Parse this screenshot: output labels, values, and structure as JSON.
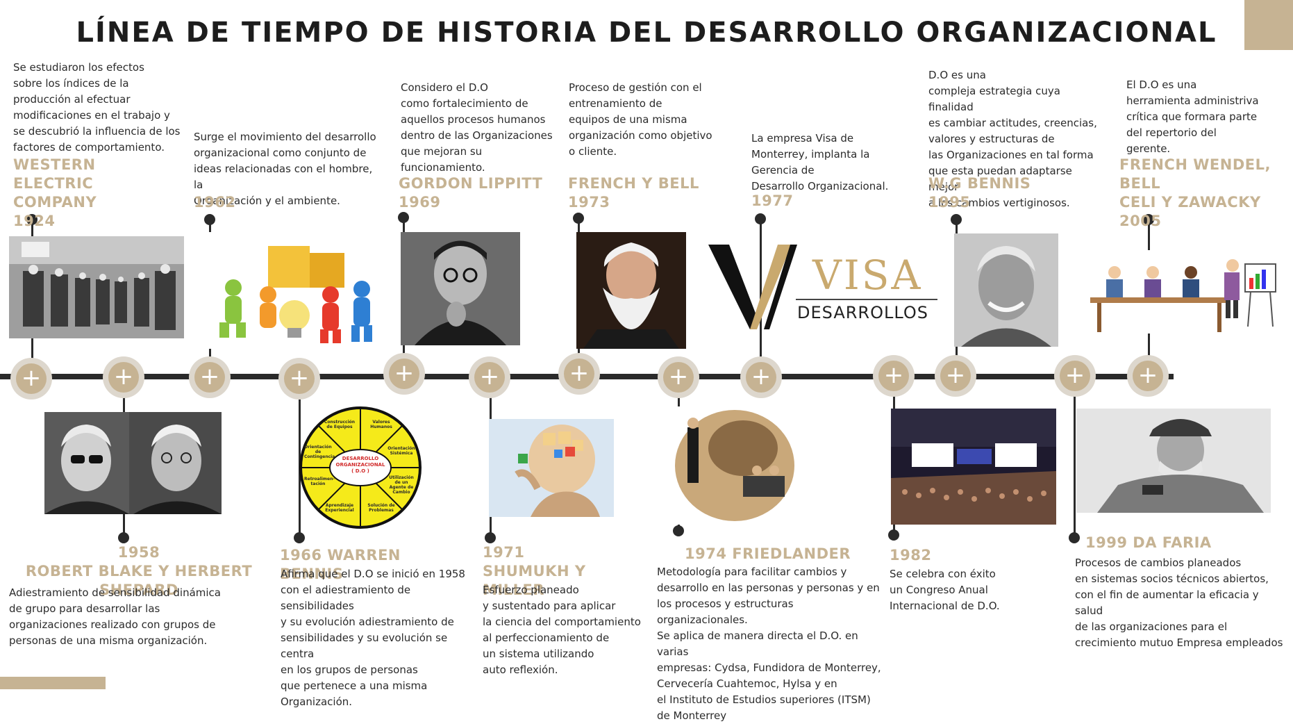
{
  "title": "LÍNEA DE TIEMPO DE HISTORIA DEL DESARROLLO ORGANIZACIONAL",
  "colors": {
    "accent": "#c6b393",
    "line": "#2a2a2a",
    "node_ring": "#ddd7cd"
  },
  "node_icon": "+",
  "top_events": [
    {
      "desc": "Se estudiaron los efectos\nsobre los índices de la\nproducción al efectuar\nmodificaciones en el trabajo y\nse descubrió la influencia de los\nfactores de comportamiento.",
      "head": "WESTERN ELECTRIC\nCOMPANY\n1924"
    },
    {
      "desc": "Surge el movimiento del desarrollo\norganizacional como conjunto de\nideas relacionadas con el hombre, la\nOrganización y el ambiente.",
      "head": "1962"
    },
    {
      "desc": "Considero el D.O\ncomo fortalecimiento de\naquellos procesos humanos\ndentro de las Organizaciones\nque mejoran su\nfuncionamiento.",
      "head": "GORDON LIPPITT\n1969"
    },
    {
      "desc": "Proceso de gestión con el\nentrenamiento de\nequipos de una misma\norganización como objetivo\no cliente.",
      "head": "FRENCH Y BELL\n1973"
    },
    {
      "desc": "La empresa Visa de\nMonterrey, implanta la\nGerencia de\nDesarrollo Organizacional.",
      "head": "1977"
    },
    {
      "desc": "D.O es una\ncompleja estrategia cuya finalidad\nes cambiar actitudes, creencias,\nvalores y estructuras de\nlas Organizaciones en tal forma\nque esta puedan adaptarse mejor\na los cambios vertiginosos.",
      "head": "W.G BENNIS\n1995"
    },
    {
      "desc": "El D.O es una\nherramienta administriva\ncrítica que formara parte\ndel repertorio del\ngerente.",
      "head": "FRENCH WENDEL, BELL\nCELI Y ZAWACKY\n2005"
    }
  ],
  "bottom_events": [
    {
      "head": "1958\nROBERT BLAKE Y HERBERT SHEPARD",
      "desc": "Adiestramiento de sensibilidad dinámica\nde grupo para desarrollar las\norganizaciones realizado con grupos de\npersonas de una misma organización."
    },
    {
      "head": "1966 WARREN BENNIS",
      "desc": "Afirma que el D.O se inició en 1958\ncon el adiestramiento de sensibilidades\ny su evolución adiestramiento de\nsensibilidades y su evolución se centra\nen los grupos de personas\nque pertenece a una misma\nOrganización."
    },
    {
      "head": "1971\nSHUMUKH Y MILLER",
      "desc": "Esfuerzo planeado\ny sustentado para aplicar\nla ciencia del comportamiento\nal perfeccionamiento de\nun sistema utilizando\nauto reflexión."
    },
    {
      "head": "1974 FRIEDLANDER",
      "desc": "Metodología para facilitar cambios y\ndesarrollo en las personas y personas y en\nlos procesos  y estructuras organizacionales.\nSe aplica de manera directa el D.O. en varias\nempresas: Cydsa, Fundidora de Monterrey,\nCervecería Cuahtemoc, Hylsa y en\nel Instituto de Estudios superiores (ITSM)\nde Monterrey"
    },
    {
      "head": "1982",
      "desc": "Se celebra con éxito\nun Congreso Anual\nInternacional de D.O."
    },
    {
      "head": "1999 DA FARIA",
      "desc": "Procesos de cambios planeados\nen sistemas socios técnicos abiertos,\ncon el fin de aumentar la eficacia y salud\nde las organizaciones para el\ncrecimiento mutuo Empresa empleados"
    }
  ],
  "wheel": {
    "center": "DESARROLLO\nORGANIZACIONAL\n( D.O )",
    "segments": [
      "Construcción de Equipos",
      "Valores Humanos",
      "Orientación Sistémica",
      "Utilización de un Agente de Cambio",
      "Solución de Problemas",
      "Aprendizaje Experiencial",
      "Retroalimen-tación",
      "Orientación de Contingencia"
    ]
  },
  "visa_logo": {
    "name": "VISA",
    "sub": "DESARROLLOS"
  },
  "images": [
    {
      "name": "western-electric-photo",
      "tone": "#7a7a7a"
    },
    {
      "name": "puzzle-teamwork-illustration",
      "tone": "#f3c23a"
    },
    {
      "name": "gordon-lippitt-portrait",
      "tone": "#4a4a4a"
    },
    {
      "name": "french-bell-portrait",
      "tone": "#6d4a33"
    },
    {
      "name": "bennis-portrait",
      "tone": "#8a8a8a"
    },
    {
      "name": "business-meeting-illustration",
      "tone": "#b07c4a"
    },
    {
      "name": "blake-shepard-portraits",
      "tone": "#3a3a3a"
    },
    {
      "name": "thinking-puzzle-head-illustration",
      "tone": "#d9b98a"
    },
    {
      "name": "friedlander-collage",
      "tone": "#9a7a55"
    },
    {
      "name": "congress-auditorium-photo",
      "tone": "#2d2a40"
    },
    {
      "name": "da-faria-photo",
      "tone": "#8d8d8d"
    }
  ]
}
